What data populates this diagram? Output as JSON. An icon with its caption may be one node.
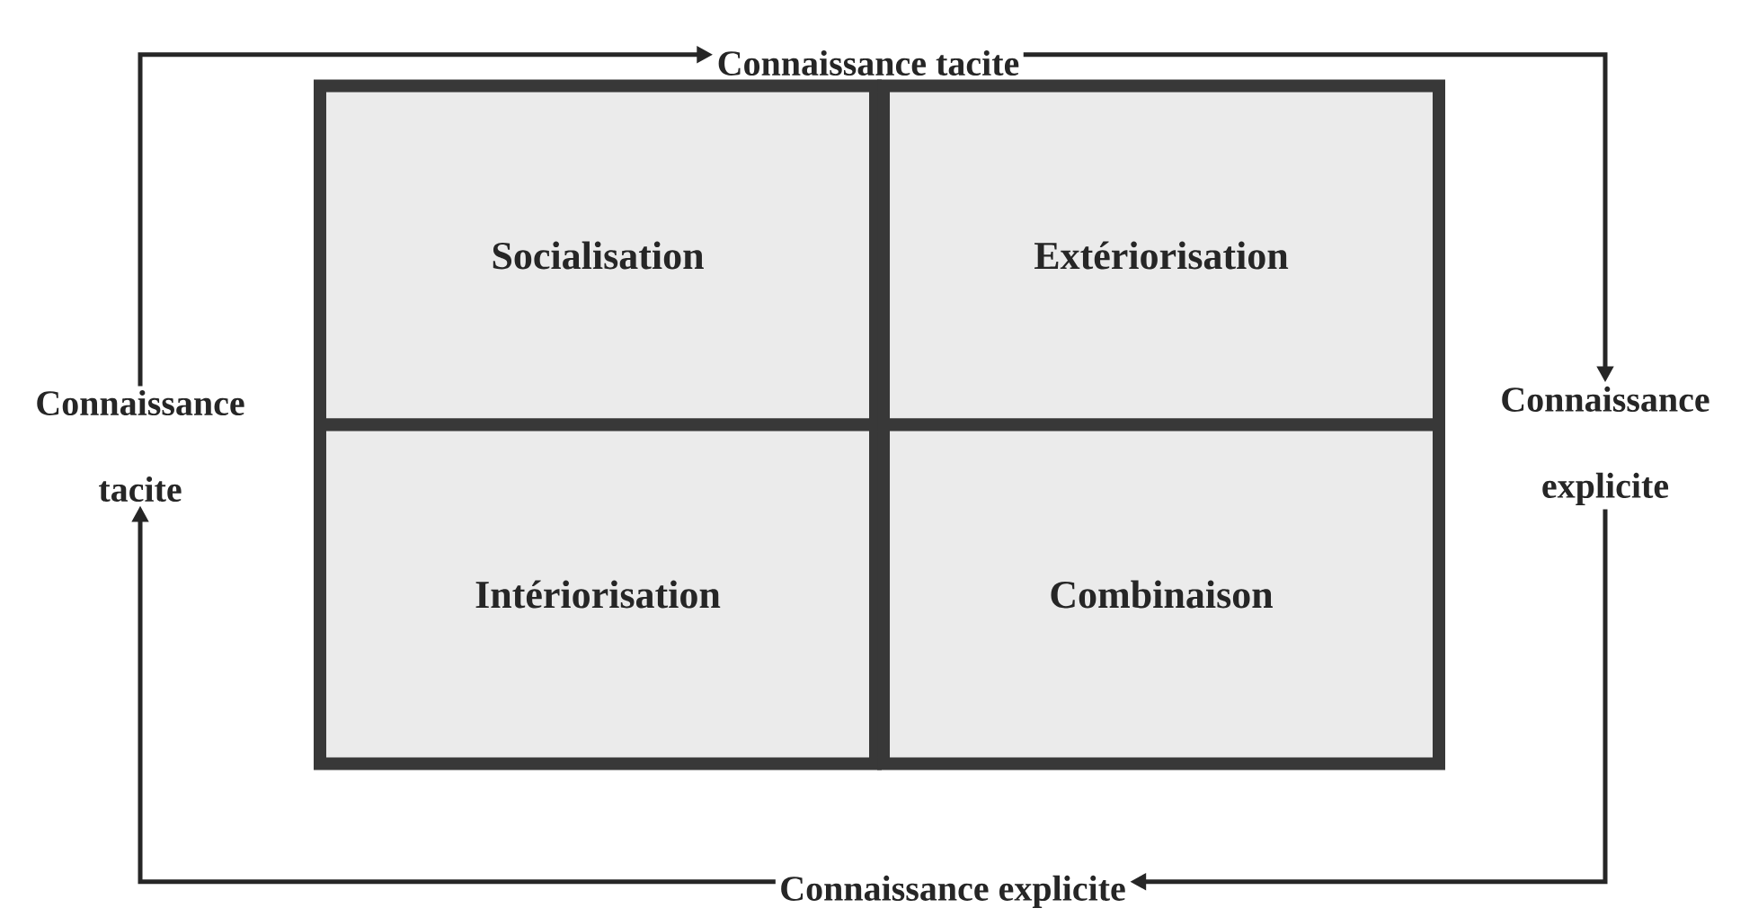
{
  "diagram": {
    "nodes": [
      {
        "text": [
          "Socialisation"
        ]
      },
      {
        "text": [
          "Extériorisation"
        ]
      },
      {
        "text": [
          "Intériorisation"
        ]
      },
      {
        "text": [
          "Combinaison"
        ]
      },
      {
        "text": [
          "Connaissance tacite"
        ]
      },
      {
        "text": [
          "Connaissance tacite"
        ]
      },
      {
        "text": [
          "Connaissance explicite"
        ]
      },
      {
        "text": [
          "Connaissance explicite"
        ]
      }
    ],
    "edges": [
      {
        "from": 5,
        "to": 4,
        "arrow": "to"
      },
      {
        "from": 4,
        "to": 6,
        "arrow": "to"
      },
      {
        "from": 6,
        "to": 7,
        "arrow": "to"
      },
      {
        "from": 7,
        "to": 5,
        "arrow": "to"
      }
    ]
  }
}
